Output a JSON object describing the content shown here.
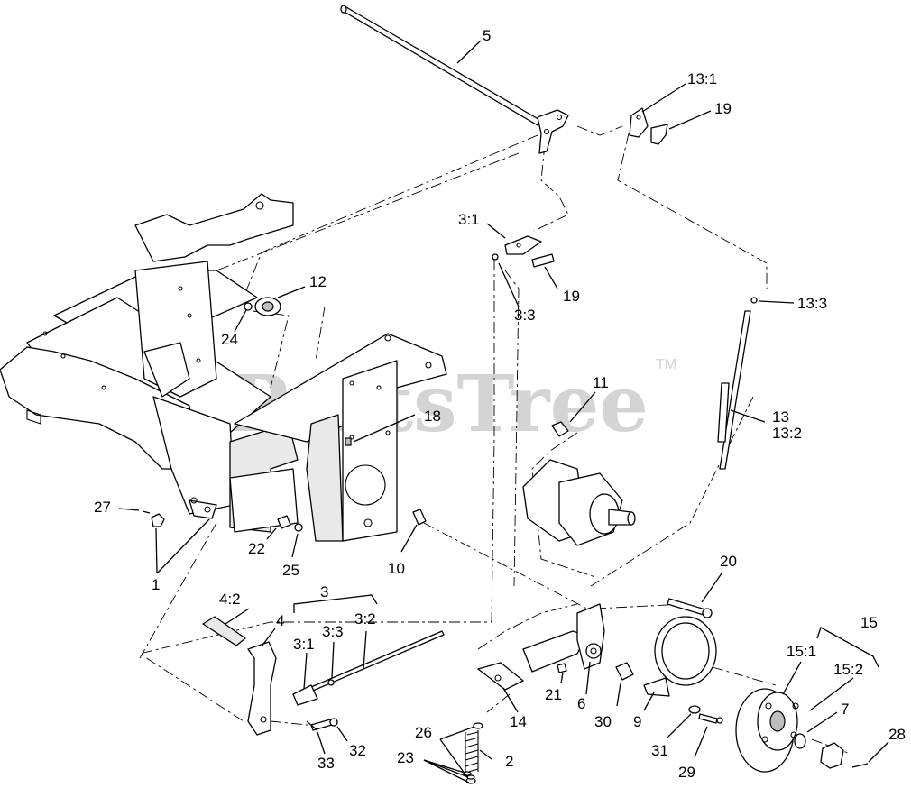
{
  "watermark": {
    "text": "PartsTree",
    "trademark": "TM"
  },
  "callouts": [
    {
      "id": "c5",
      "text": "5"
    },
    {
      "id": "c13-1",
      "text": "13:1"
    },
    {
      "id": "c19a",
      "text": "19"
    },
    {
      "id": "c3-1a",
      "text": "3:1"
    },
    {
      "id": "c19b",
      "text": "19"
    },
    {
      "id": "c3-3a",
      "text": "3:3"
    },
    {
      "id": "c12",
      "text": "12"
    },
    {
      "id": "c24",
      "text": "24"
    },
    {
      "id": "c13-3",
      "text": "13:3"
    },
    {
      "id": "c11",
      "text": "11"
    },
    {
      "id": "c18",
      "text": "18"
    },
    {
      "id": "c13",
      "text": "13"
    },
    {
      "id": "c13-2",
      "text": "13:2"
    },
    {
      "id": "c27",
      "text": "27"
    },
    {
      "id": "c1",
      "text": "1"
    },
    {
      "id": "c22",
      "text": "22"
    },
    {
      "id": "c25",
      "text": "25"
    },
    {
      "id": "c10",
      "text": "10"
    },
    {
      "id": "c20",
      "text": "20"
    },
    {
      "id": "c3",
      "text": "3"
    },
    {
      "id": "c4-2",
      "text": "4:2"
    },
    {
      "id": "c4",
      "text": "4"
    },
    {
      "id": "c3-1b",
      "text": "3:1"
    },
    {
      "id": "c3-3b",
      "text": "3:3"
    },
    {
      "id": "c3-2",
      "text": "3:2"
    },
    {
      "id": "c15",
      "text": "15"
    },
    {
      "id": "c15-1",
      "text": "15:1"
    },
    {
      "id": "c15-2",
      "text": "15:2"
    },
    {
      "id": "c7",
      "text": "7"
    },
    {
      "id": "c21",
      "text": "21"
    },
    {
      "id": "c6",
      "text": "6"
    },
    {
      "id": "c30",
      "text": "30"
    },
    {
      "id": "c9",
      "text": "9"
    },
    {
      "id": "c14",
      "text": "14"
    },
    {
      "id": "c26",
      "text": "26"
    },
    {
      "id": "c2",
      "text": "2"
    },
    {
      "id": "c23",
      "text": "23"
    },
    {
      "id": "c33",
      "text": "33"
    },
    {
      "id": "c32",
      "text": "32"
    },
    {
      "id": "c31",
      "text": "31"
    },
    {
      "id": "c29",
      "text": "29"
    },
    {
      "id": "c28",
      "text": "28"
    }
  ]
}
